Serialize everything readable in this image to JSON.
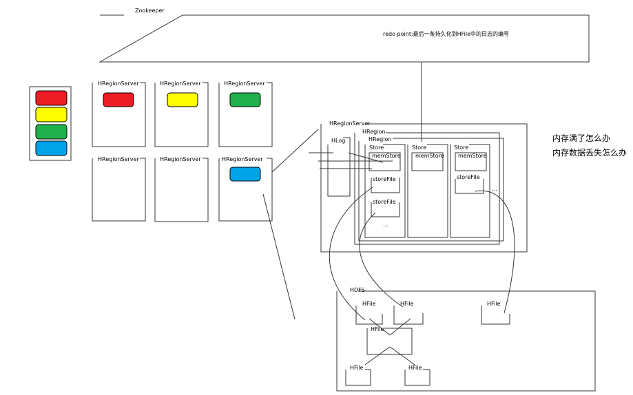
{
  "zookeeper": {
    "title": "Zookeeper",
    "note": "redo point:最后一条持久化到HFile中的日志的编号"
  },
  "palette": {
    "colors": [
      "#ee1c25",
      "#ffff00",
      "#21b14c",
      "#00a2e8"
    ]
  },
  "region_servers": [
    {
      "label": "HRegionServer",
      "chip": "#ee1c25"
    },
    {
      "label": "HRegionServer",
      "chip": "#ffff00"
    },
    {
      "label": "HRegionServer",
      "chip": "#21b14c"
    },
    {
      "label": "HRegionServer",
      "chip": ""
    },
    {
      "label": "HRegionServer",
      "chip": ""
    },
    {
      "label": "HRegionServer",
      "chip": "#00a2e8"
    }
  ],
  "detail": {
    "server_label": "HRegionServer",
    "region_back_label": "HRegion",
    "region_label": "HRegion",
    "hlog_label": "HLog",
    "stores": [
      {
        "label": "Store",
        "memstore": "memStore",
        "storefiles": [
          "storeFile",
          "storeFile"
        ],
        "more": "..."
      },
      {
        "label": "Store",
        "memstore": "memStore",
        "storefiles": [],
        "more": ""
      },
      {
        "label": "Store",
        "memstore": "memStore",
        "storefiles": [
          "storeFile"
        ],
        "more": ""
      }
    ],
    "stores_more": "..."
  },
  "questions": [
    "内存满了怎么办",
    "内存数据丢失怎么办"
  ],
  "hdfs": {
    "label": "HDFS",
    "files": [
      "HFile",
      "HFile",
      "HFile",
      "HFile",
      "HFile",
      "HFile"
    ]
  }
}
